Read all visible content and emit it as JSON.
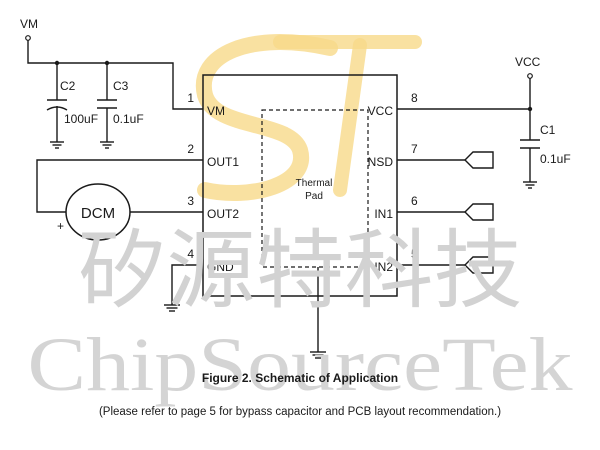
{
  "pins": {
    "p1": {
      "num": "1",
      "name": "VM"
    },
    "p2": {
      "num": "2",
      "name": "OUT1"
    },
    "p3": {
      "num": "3",
      "name": "OUT2"
    },
    "p4": {
      "num": "4",
      "name": "GND"
    },
    "p5": {
      "num": "5",
      "name": "IN2"
    },
    "p6": {
      "num": "6",
      "name": "IN1"
    },
    "p7": {
      "num": "7",
      "name": "NSD"
    },
    "p8": {
      "num": "8",
      "name": "VCC"
    }
  },
  "thermal_pad": {
    "line1": "Thermal",
    "line2": "Pad"
  },
  "rails": {
    "vm": "VM",
    "vcc": "VCC"
  },
  "components": {
    "c2": {
      "ref": "C2",
      "value": "100uF"
    },
    "c3": {
      "ref": "C3",
      "value": "0.1uF"
    },
    "c1": {
      "ref": "C1",
      "value": "0.1uF"
    },
    "motor": {
      "label": "DCM",
      "polarity": "+"
    }
  },
  "watermark": {
    "chinese": "矽源特科技",
    "english": "ChipSourceTek"
  },
  "caption": {
    "title": "Figure 2. Schematic of Application",
    "note": "(Please refer to page 5 for bypass capacitor and PCB layout recommendation.)"
  },
  "colors": {
    "logo": "#f7d98a",
    "watermark": "#d2d2d2",
    "line": "#1a1a1a"
  }
}
